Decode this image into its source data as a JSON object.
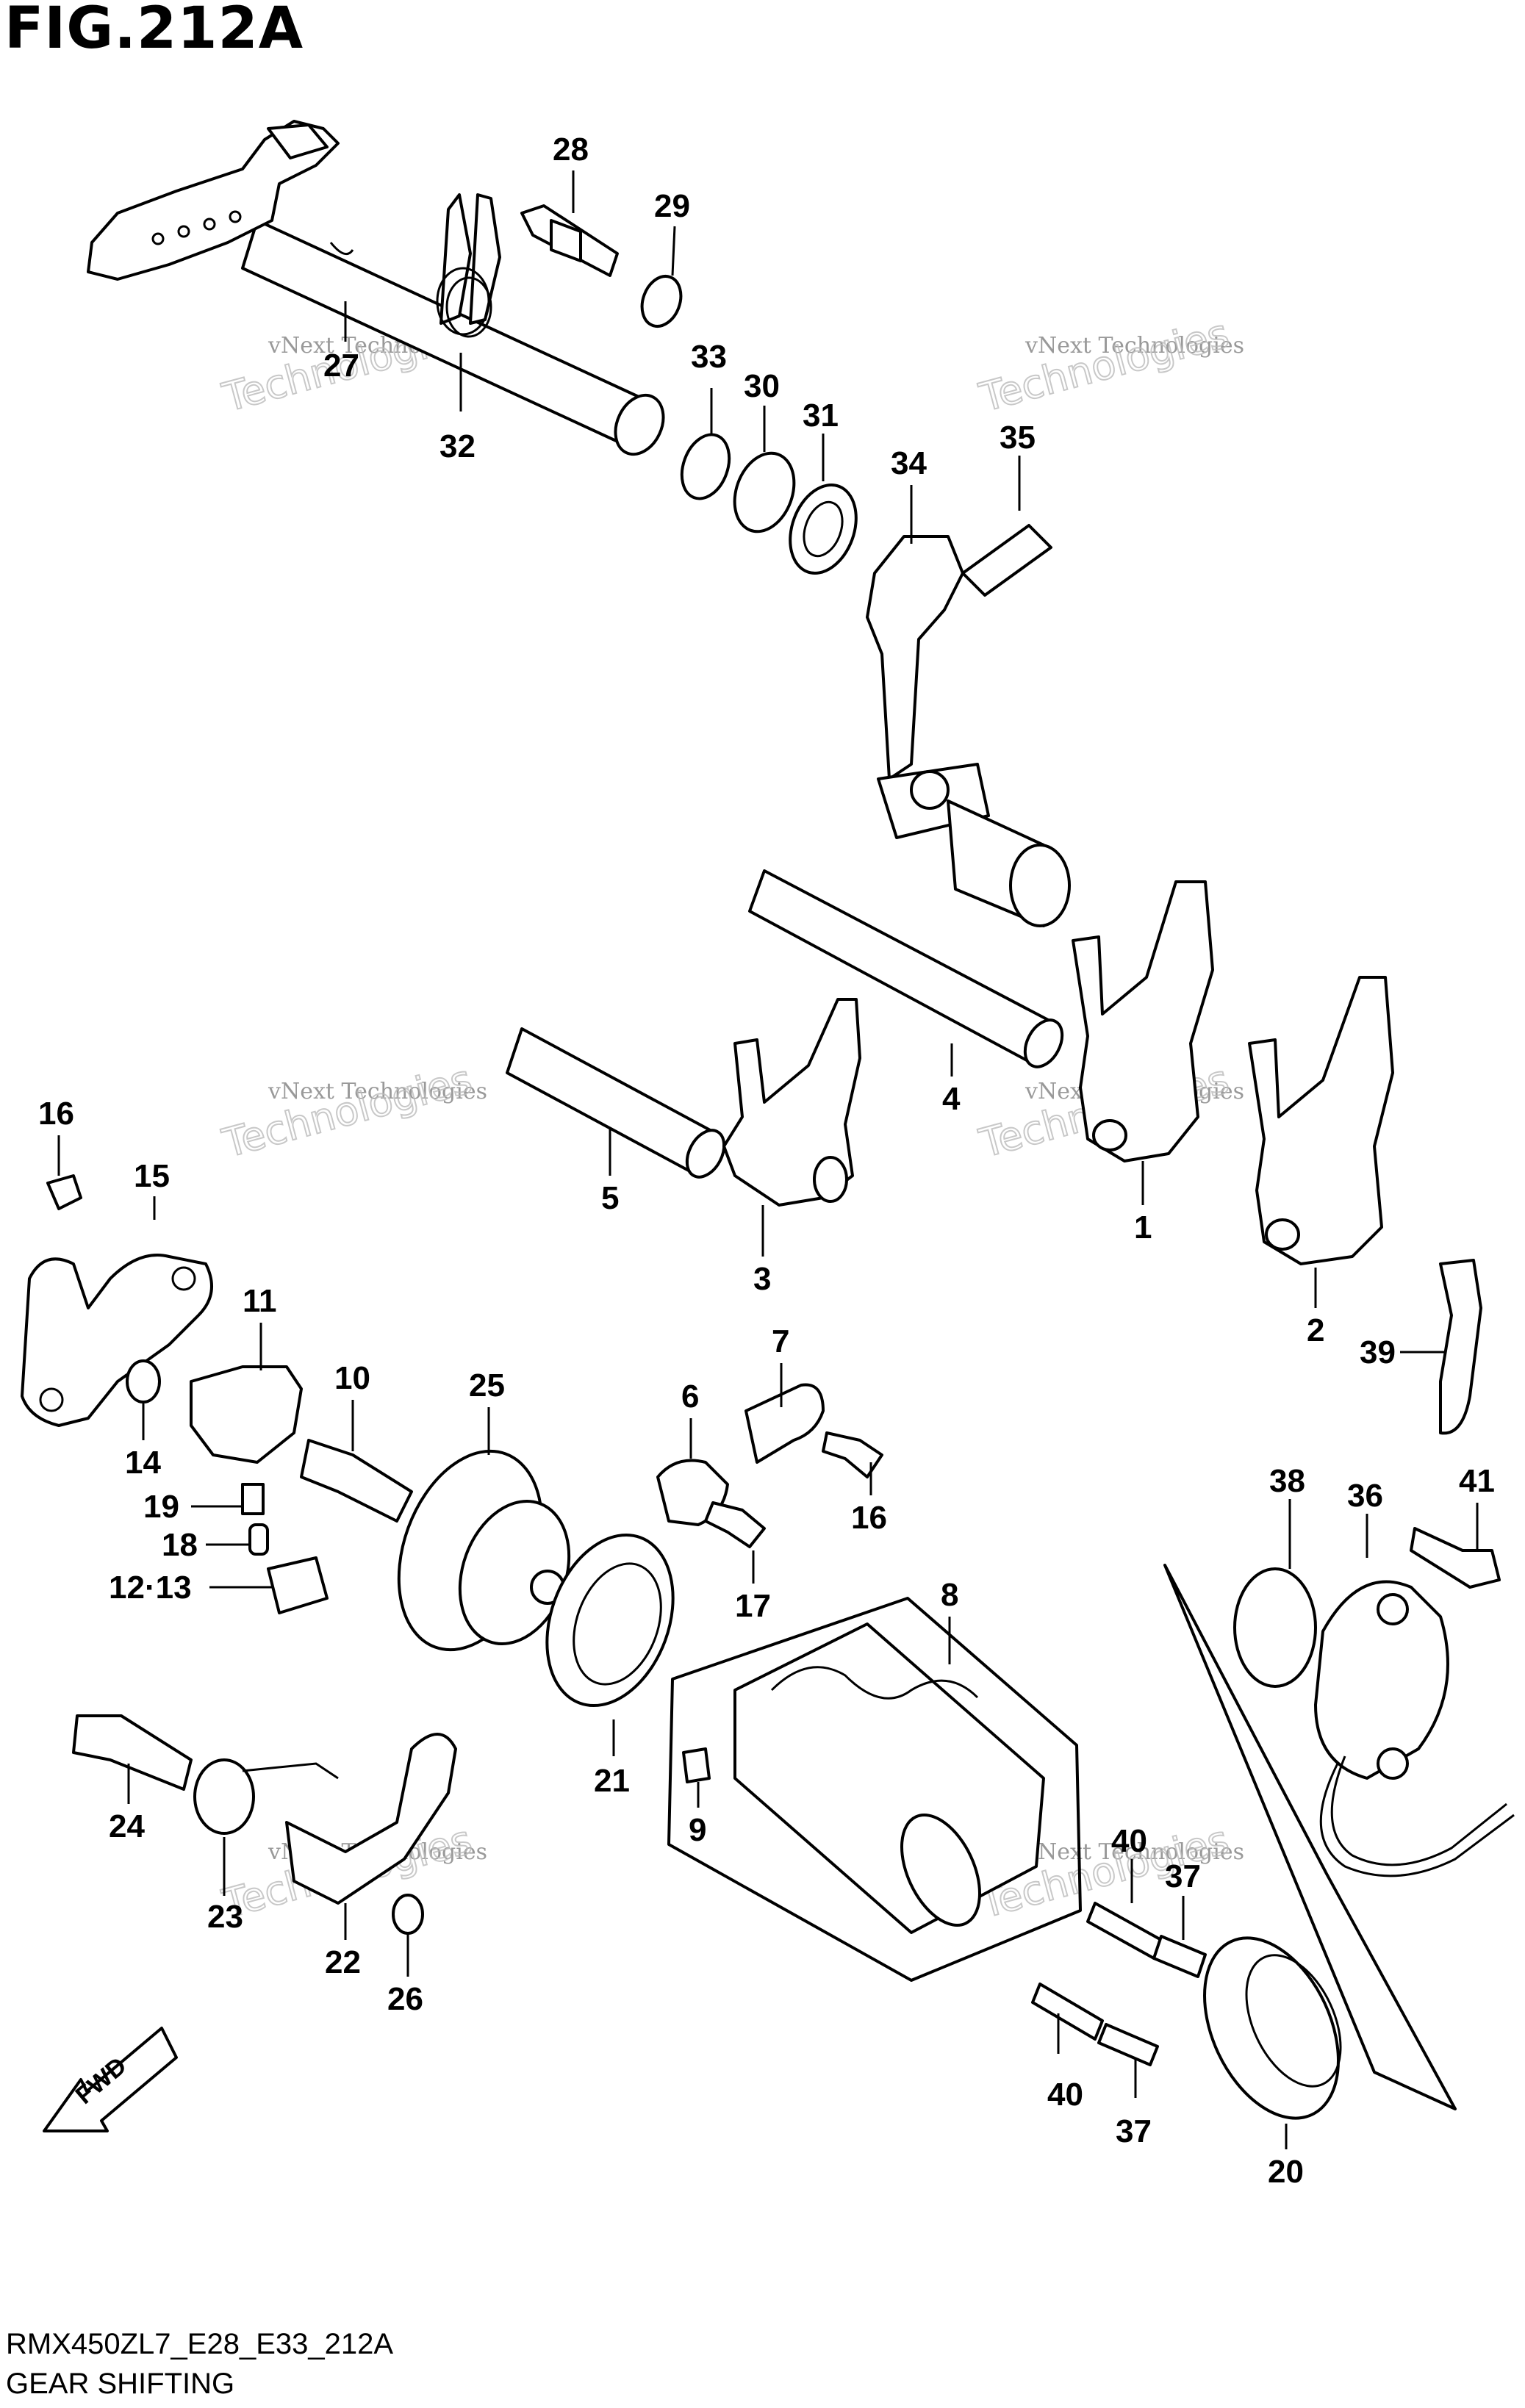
{
  "figure": {
    "title": "FIG.212A",
    "code": "RMX450ZL7_E28_E33_212A",
    "subtitle": "GEAR SHIFTING",
    "fwd_label": "FWD"
  },
  "watermark": {
    "line1": "vNext Technologies",
    "line2": "Technologies"
  },
  "callouts": [
    {
      "id": "c1",
      "label": "1"
    },
    {
      "id": "c2",
      "label": "2"
    },
    {
      "id": "c3",
      "label": "3"
    },
    {
      "id": "c4",
      "label": "4"
    },
    {
      "id": "c5",
      "label": "5"
    },
    {
      "id": "c6",
      "label": "6"
    },
    {
      "id": "c7",
      "label": "7"
    },
    {
      "id": "c8",
      "label": "8"
    },
    {
      "id": "c9",
      "label": "9"
    },
    {
      "id": "c10",
      "label": "10"
    },
    {
      "id": "c11",
      "label": "11"
    },
    {
      "id": "c12",
      "label": "12·13"
    },
    {
      "id": "c14",
      "label": "14"
    },
    {
      "id": "c15",
      "label": "15"
    },
    {
      "id": "c16a",
      "label": "16"
    },
    {
      "id": "c16b",
      "label": "16"
    },
    {
      "id": "c17",
      "label": "17"
    },
    {
      "id": "c18",
      "label": "18"
    },
    {
      "id": "c19",
      "label": "19"
    },
    {
      "id": "c20",
      "label": "20"
    },
    {
      "id": "c21",
      "label": "21"
    },
    {
      "id": "c22",
      "label": "22"
    },
    {
      "id": "c23",
      "label": "23"
    },
    {
      "id": "c24",
      "label": "24"
    },
    {
      "id": "c25",
      "label": "25"
    },
    {
      "id": "c26",
      "label": "26"
    },
    {
      "id": "c27",
      "label": "27"
    },
    {
      "id": "c28",
      "label": "28"
    },
    {
      "id": "c29",
      "label": "29"
    },
    {
      "id": "c30",
      "label": "30"
    },
    {
      "id": "c31",
      "label": "31"
    },
    {
      "id": "c32",
      "label": "32"
    },
    {
      "id": "c33",
      "label": "33"
    },
    {
      "id": "c34",
      "label": "34"
    },
    {
      "id": "c35",
      "label": "35"
    },
    {
      "id": "c36",
      "label": "36"
    },
    {
      "id": "c37a",
      "label": "37"
    },
    {
      "id": "c37b",
      "label": "37"
    },
    {
      "id": "c38",
      "label": "38"
    },
    {
      "id": "c39",
      "label": "39"
    },
    {
      "id": "c40a",
      "label": "40"
    },
    {
      "id": "c40b",
      "label": "40"
    },
    {
      "id": "c41",
      "label": "41"
    }
  ]
}
